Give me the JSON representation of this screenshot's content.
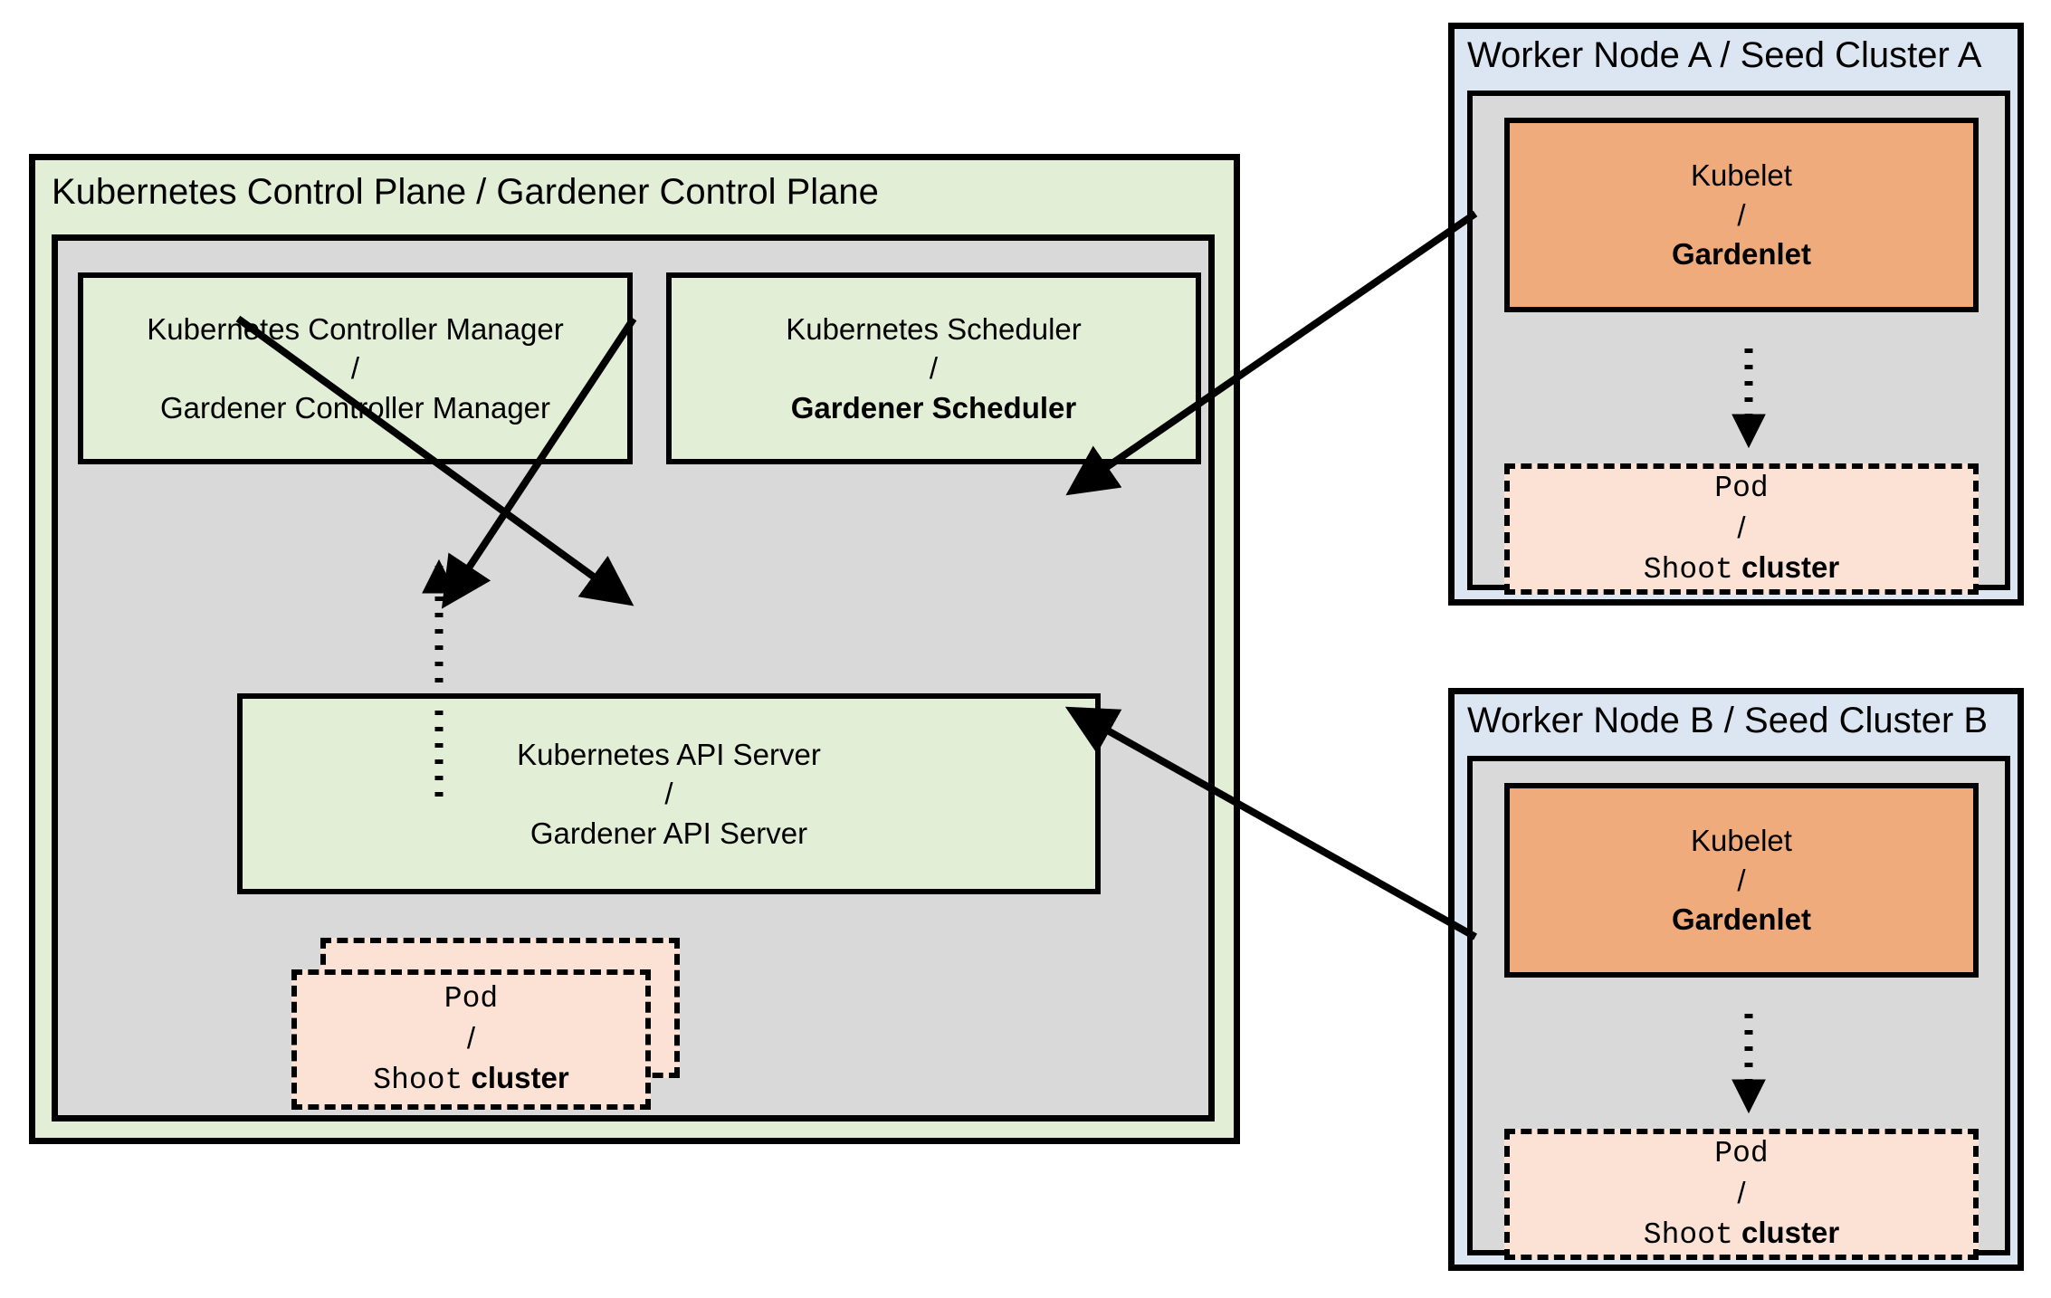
{
  "diagram": {
    "title": "Gardener architecture: Kubernetes control plane and seed clusters",
    "type": "architecture-diagram"
  },
  "control_plane": {
    "title": "Kubernetes Control Plane / Gardener Control Plane",
    "controller_manager": {
      "line1": "Kubernetes Controller Manager",
      "separator": "/",
      "line3": "Gardener Controller Manager"
    },
    "scheduler": {
      "line1": "Kubernetes Scheduler",
      "separator": "/",
      "line3": "Gardener Scheduler"
    },
    "api_server": {
      "line1": "Kubernetes API Server",
      "separator": "/",
      "line3": "Gardener API Server"
    },
    "pod": {
      "line1": "Pod",
      "separator": "/",
      "line3_mono": "Shoot",
      "line3_bold": "cluster"
    }
  },
  "worker_nodes": [
    {
      "title": "Worker Node A / Seed Cluster A",
      "kubelet": {
        "line1": "Kubelet",
        "separator": "/",
        "line3": "Gardenlet"
      },
      "pod": {
        "line1": "Pod",
        "separator": "/",
        "line3_mono": "Shoot",
        "line3_bold": "cluster"
      }
    },
    {
      "title": "Worker Node B / Seed Cluster B",
      "kubelet": {
        "line1": "Kubelet",
        "separator": "/",
        "line3": "Gardenlet"
      },
      "pod": {
        "line1": "Pod",
        "separator": "/",
        "line3_mono": "Shoot",
        "line3_bold": "cluster"
      }
    }
  ],
  "colors": {
    "green_fill": "#e2eed5",
    "gray_fill": "#d9d9d9",
    "blue_fill": "#dce6f2",
    "orange_fill": "#efab7b",
    "peach_fill": "#fbe2d5",
    "stroke": "#000000",
    "background": "#ffffff"
  },
  "connections": [
    {
      "from": "controller-manager",
      "to": "api-server",
      "style": "solid-arrow"
    },
    {
      "from": "scheduler",
      "to": "api-server",
      "style": "solid-arrow"
    },
    {
      "from": "control-plane-pod",
      "to": "api-server",
      "style": "dotted-arrow"
    },
    {
      "from": "gardenlet-a",
      "to": "api-server",
      "style": "solid-arrow"
    },
    {
      "from": "gardenlet-b",
      "to": "api-server",
      "style": "solid-arrow"
    },
    {
      "from": "gardenlet-a",
      "to": "pod-a",
      "style": "dotted-arrow"
    },
    {
      "from": "gardenlet-b",
      "to": "pod-b",
      "style": "dotted-arrow"
    }
  ]
}
